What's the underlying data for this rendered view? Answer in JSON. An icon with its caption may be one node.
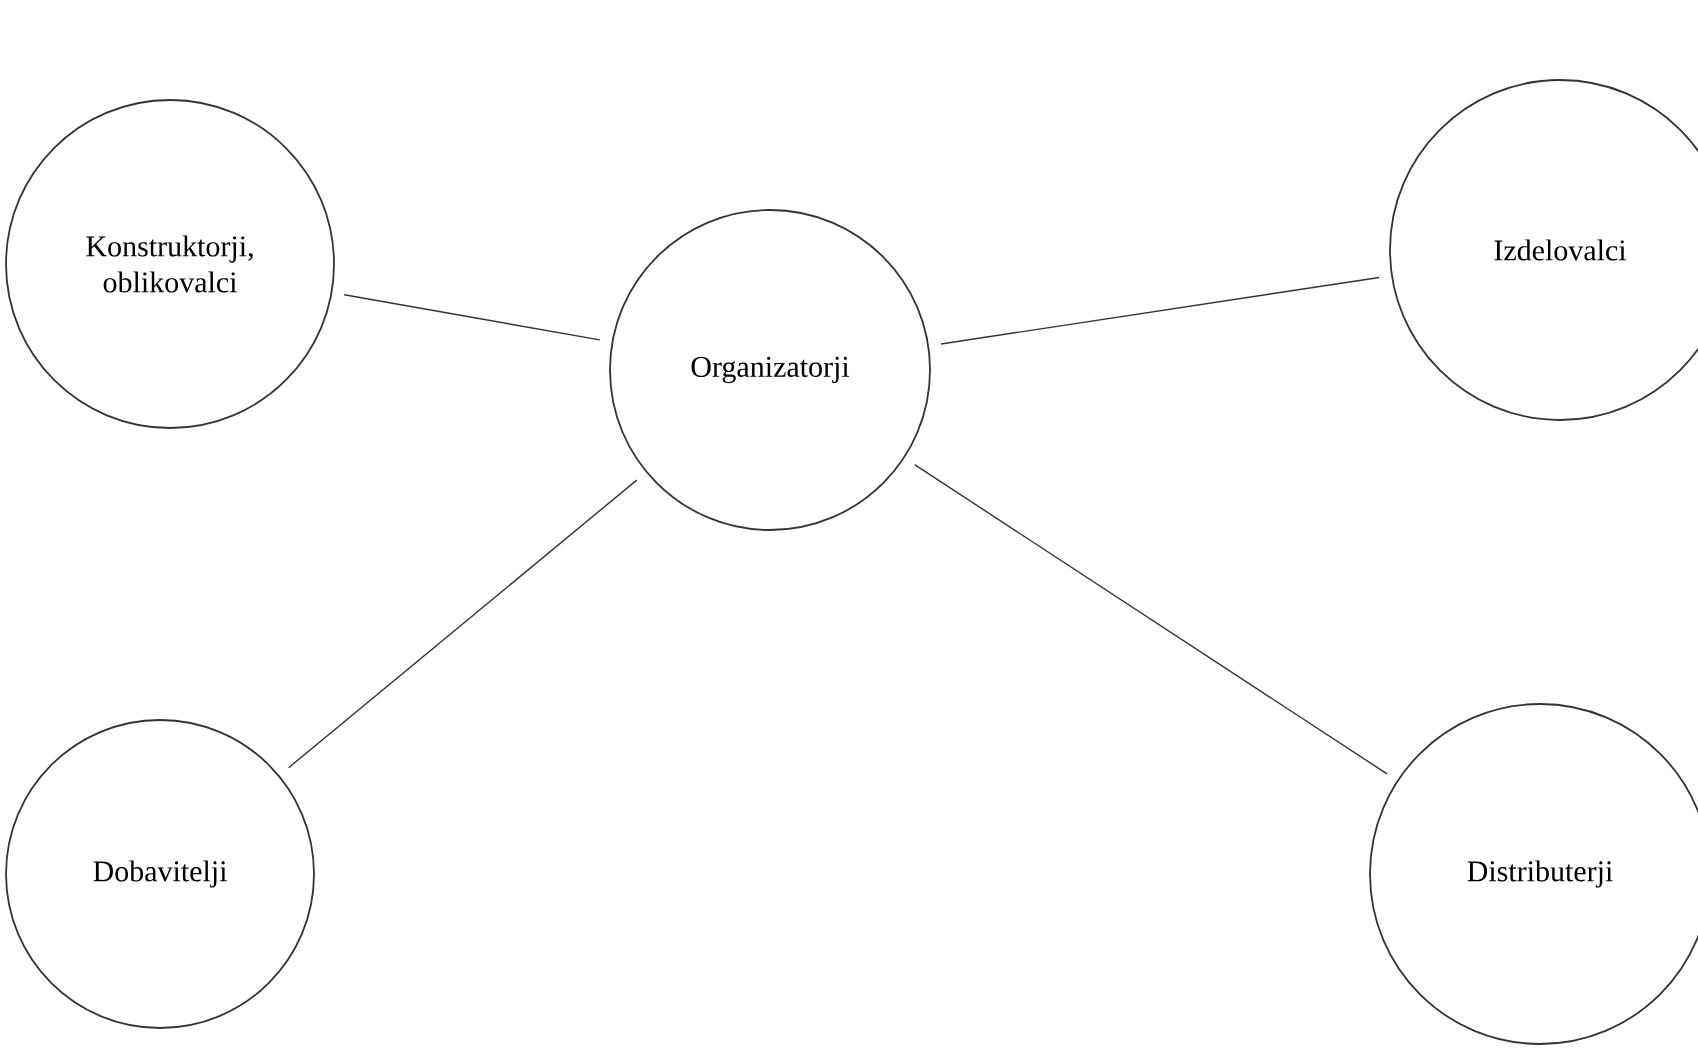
{
  "diagram": {
    "nodes": [
      {
        "text": [
          "Konstruktorji, oblikovalci"
        ]
      },
      {
        "text": [
          "Izdelovalci"
        ]
      },
      {
        "text": [
          "Organizatorji"
        ]
      },
      {
        "text": [
          "Dobavitelji"
        ]
      },
      {
        "text": [
          "Distributerji"
        ]
      }
    ],
    "edges": [
      {
        "from": 2,
        "to": 0,
        "arrow": "none"
      },
      {
        "from": 2,
        "to": 1,
        "arrow": "none"
      },
      {
        "from": 2,
        "to": 3,
        "arrow": "none"
      },
      {
        "from": 2,
        "to": 4,
        "arrow": "none"
      }
    ]
  }
}
